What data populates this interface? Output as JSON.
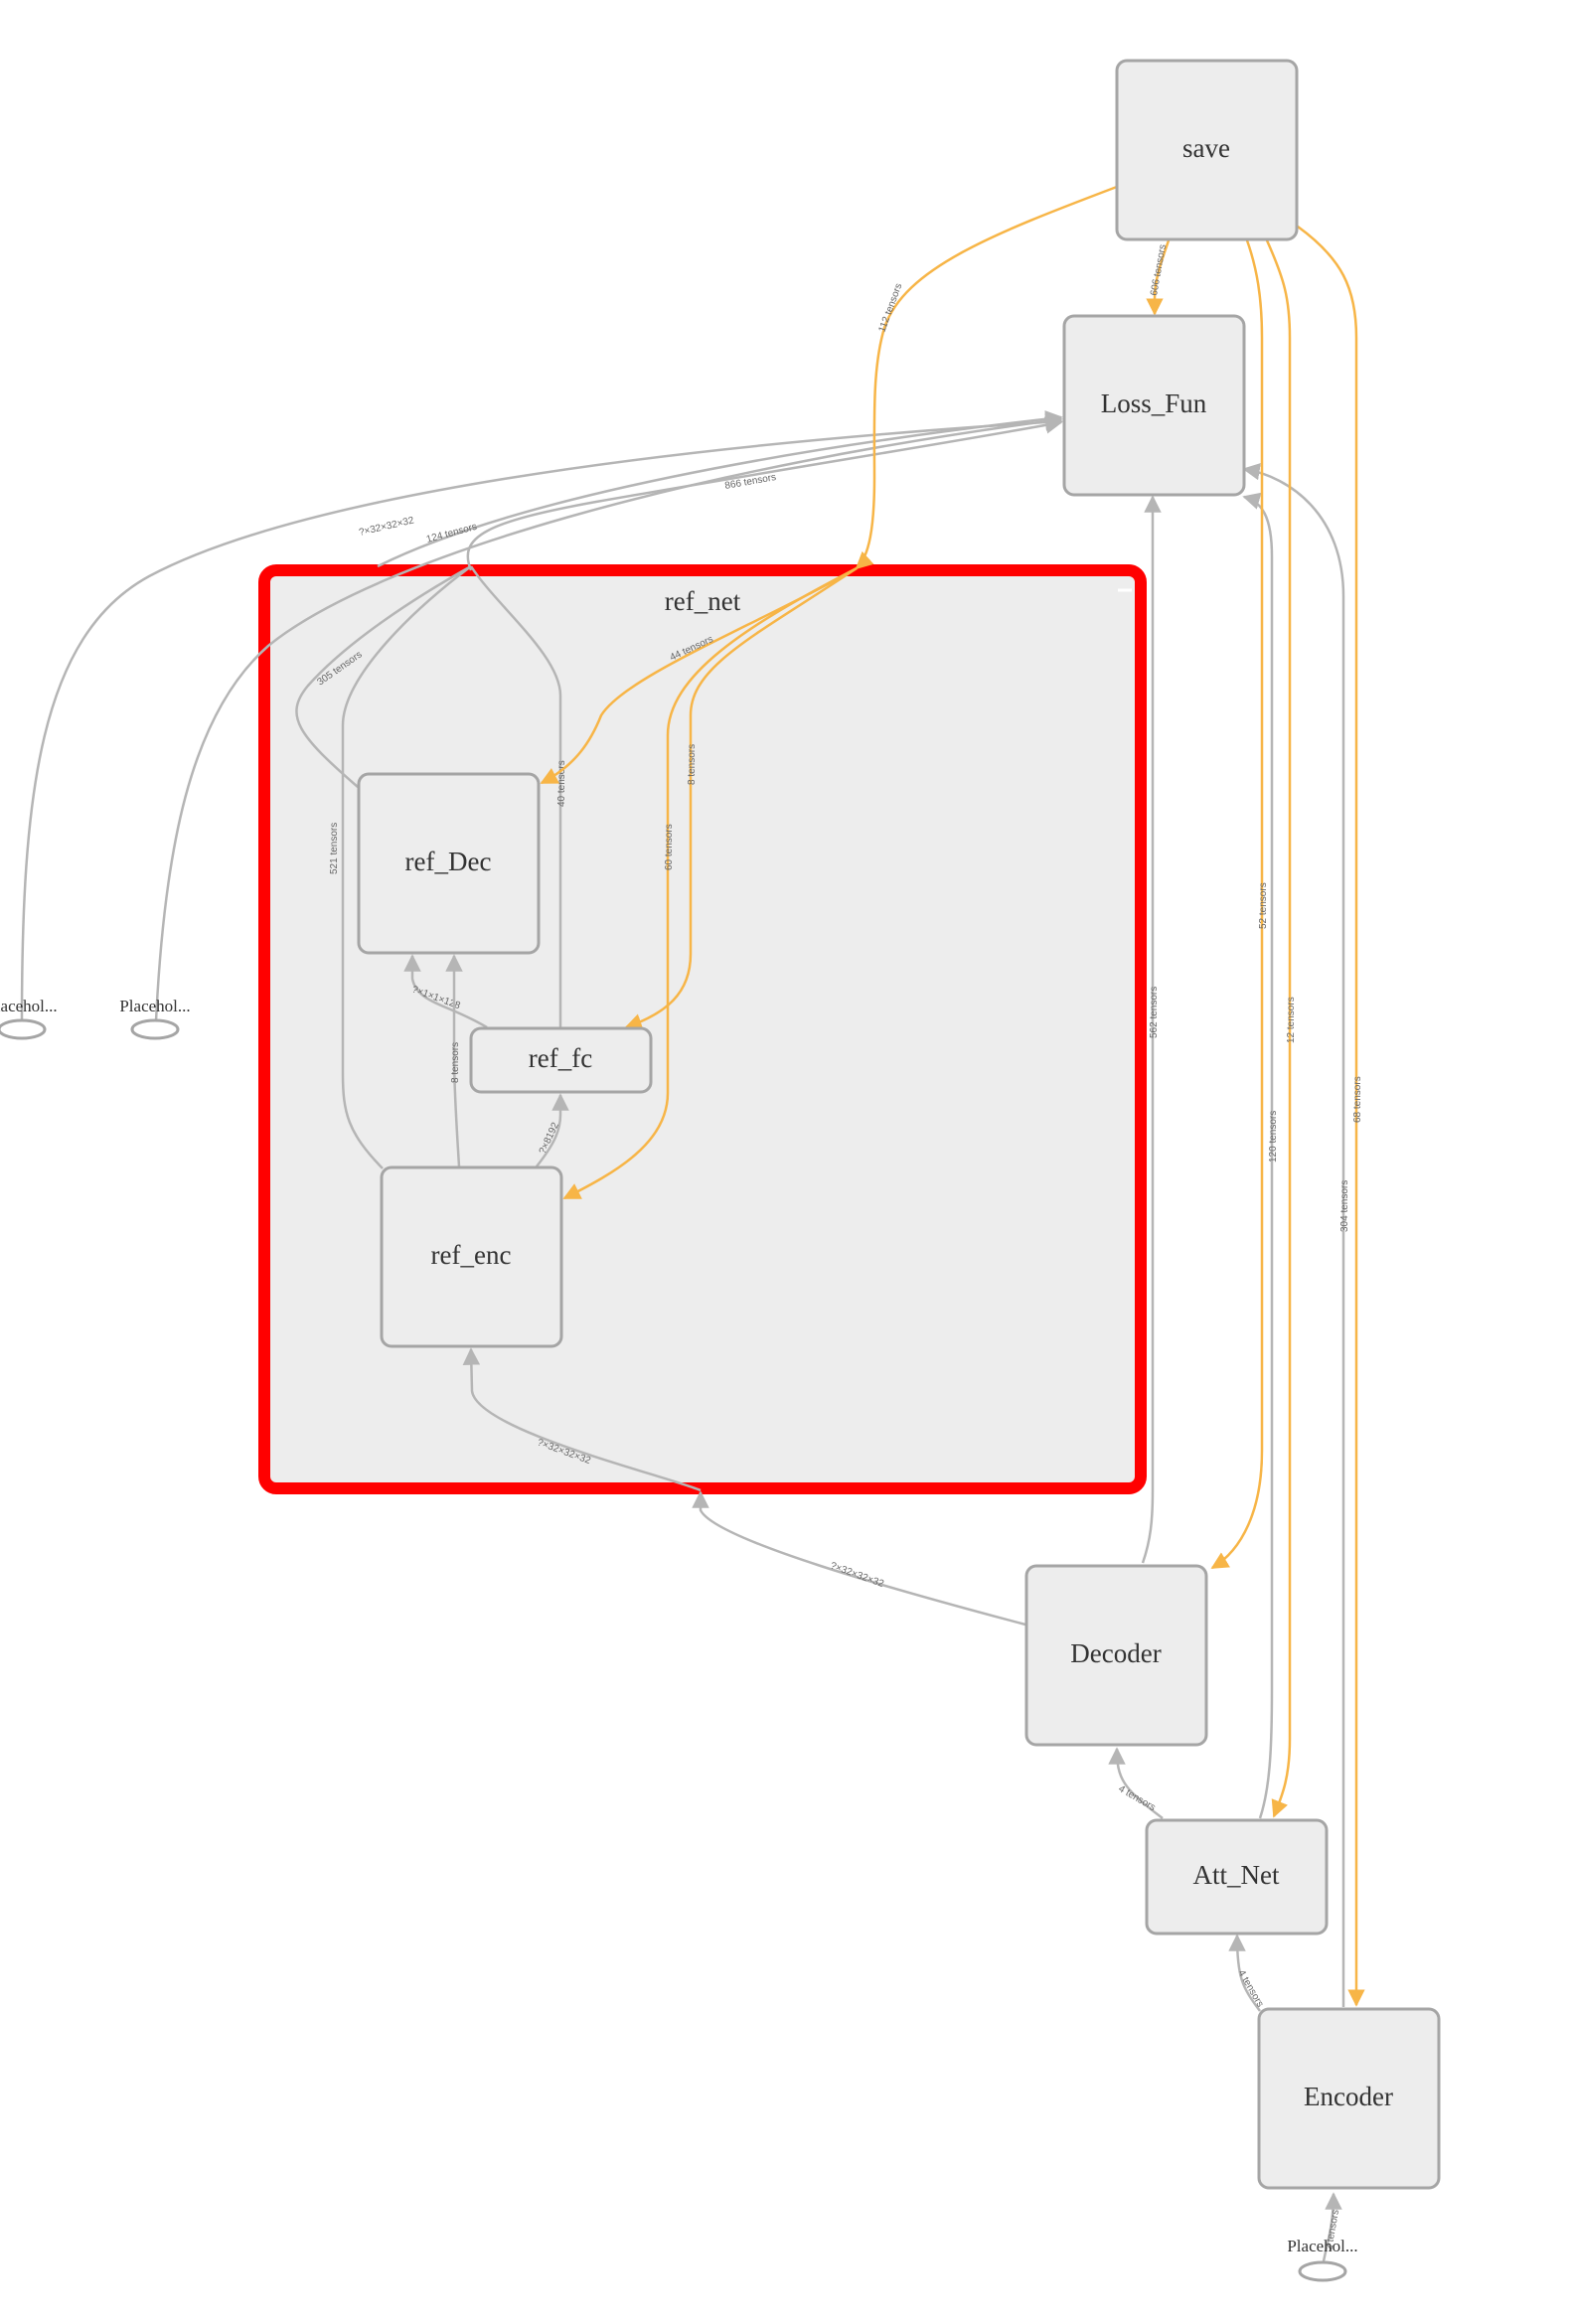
{
  "colors": {
    "node_fill": "#ededed",
    "node_stroke": "#a5a5a5",
    "edge_data": "#b5b5b5",
    "edge_ref": "#f7b547",
    "selection": "#ff0000"
  },
  "group": {
    "name": "ref_net"
  },
  "nodes": {
    "save": "save",
    "loss_fun": "Loss_Fun",
    "ref_dec": "ref_Dec",
    "ref_fc": "ref_fc",
    "ref_enc": "ref_enc",
    "decoder": "Decoder",
    "att_net": "Att_Net",
    "encoder": "Encoder"
  },
  "placeholders": {
    "ph1": "Placehol...",
    "ph2": "Placehol...",
    "ph3": "Placehol..."
  },
  "edge_labels": {
    "save_loss": "606 tensors",
    "save_refnet": "112 tensors",
    "save_decoder": "52 tensors",
    "save_attnet": "12 tensors",
    "save_encoder": "68 tensors",
    "ph1_loss": "?×32×32×32",
    "refnet_loss_a": "124 tensors",
    "refnet_loss_b": "866 tensors",
    "refnet_refdec_orange": "44 tensors",
    "refdec_up": "305 tensors",
    "refenc_up": "521 tensors",
    "reffc_up": "40 tensors",
    "orange_refenc": "60 tensors",
    "orange_reffc": "8 tensors",
    "reffc_refdec": "?×1×1×128",
    "refenc_refdec": "8 tensors",
    "refenc_reffc": "?×8192",
    "decoder_loss": "562 tensors",
    "attnet_loss": "120 tensors",
    "encoder_loss": "304 tensors",
    "refnet_refenc": "?×32×32×32",
    "decoder_refnet": "?×32×32×32",
    "attnet_decoder": "4 tensors",
    "encoder_attnet": "4 tensors",
    "ph3_encoder": "2 tensors"
  }
}
